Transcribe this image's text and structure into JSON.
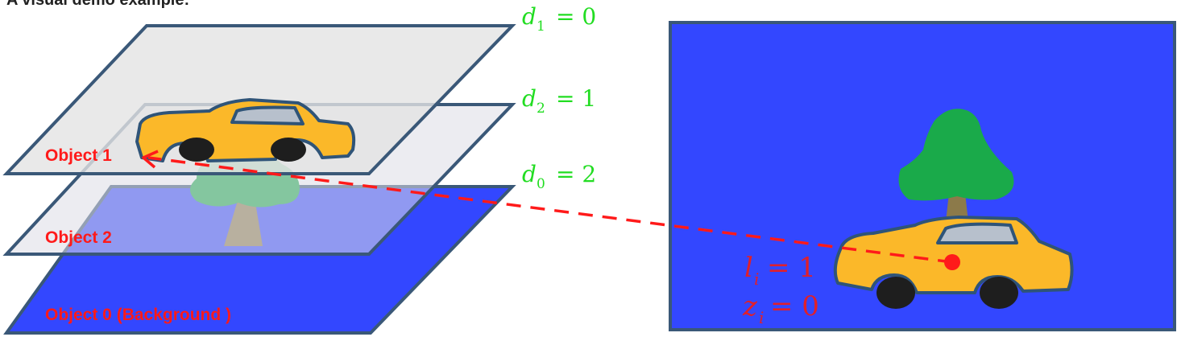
{
  "top_caption": "A visual demo example:",
  "layers": {
    "object_1_label": "Object 1",
    "object_2_label": "Object 2",
    "object_0_label": "Object 0 (Background )"
  },
  "depths": [
    {
      "var": "d",
      "sub": "1",
      "eq": "= 0"
    },
    {
      "var": "d",
      "sub": "2",
      "eq": "= 1"
    },
    {
      "var": "d",
      "sub": "0",
      "eq": "= 2"
    }
  ],
  "rendered": {
    "l_var": "l",
    "l_sub": "i",
    "l_eq": "= 1",
    "z_var": "z",
    "z_sub": "i",
    "z_eq": "= 0"
  },
  "colors": {
    "background_blue": "#3347ff",
    "car_yellow": "#fbb829",
    "tree_green": "#1aaa4a",
    "trunk": "#8c7a4a",
    "label_red": "#ff1a1a",
    "depth_green": "#22dd22",
    "layer_border": "#3a5878"
  }
}
